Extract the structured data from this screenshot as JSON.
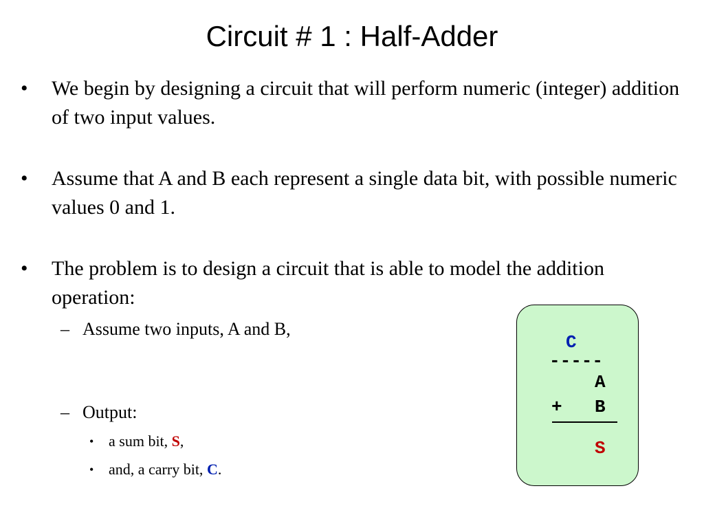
{
  "slide": {
    "title": "Circuit # 1 : Half-Adder",
    "bullets": [
      {
        "marker": "•",
        "text": "We begin by designing a circuit that will perform numeric (integer) addition of two input values."
      },
      {
        "marker": "•",
        "text": "Assume that A and B each represent a single data bit, with possible numeric values 0 and 1."
      },
      {
        "marker": "•",
        "text": "The problem is to design a circuit that is able to model the addition operation:"
      }
    ],
    "sub_bullets": [
      {
        "marker": "–",
        "text": "Assume two inputs, A and B,"
      },
      {
        "marker": "–",
        "text": "Output:"
      }
    ],
    "sub_sub_bullets": [
      {
        "marker": "•",
        "prefix": "a sum bit, ",
        "highlight": "S",
        "suffix": ","
      },
      {
        "marker": "•",
        "prefix": "and, a carry bit, ",
        "highlight": "C",
        "suffix": "."
      }
    ]
  },
  "diagram": {
    "carry": "C",
    "dashes": "-----",
    "operand_a": "A",
    "plus": "+",
    "operand_b": "B",
    "sum": "S",
    "colors": {
      "box_fill": "#ccf7cc",
      "carry": "#0020b0",
      "sum": "#c00000"
    }
  }
}
